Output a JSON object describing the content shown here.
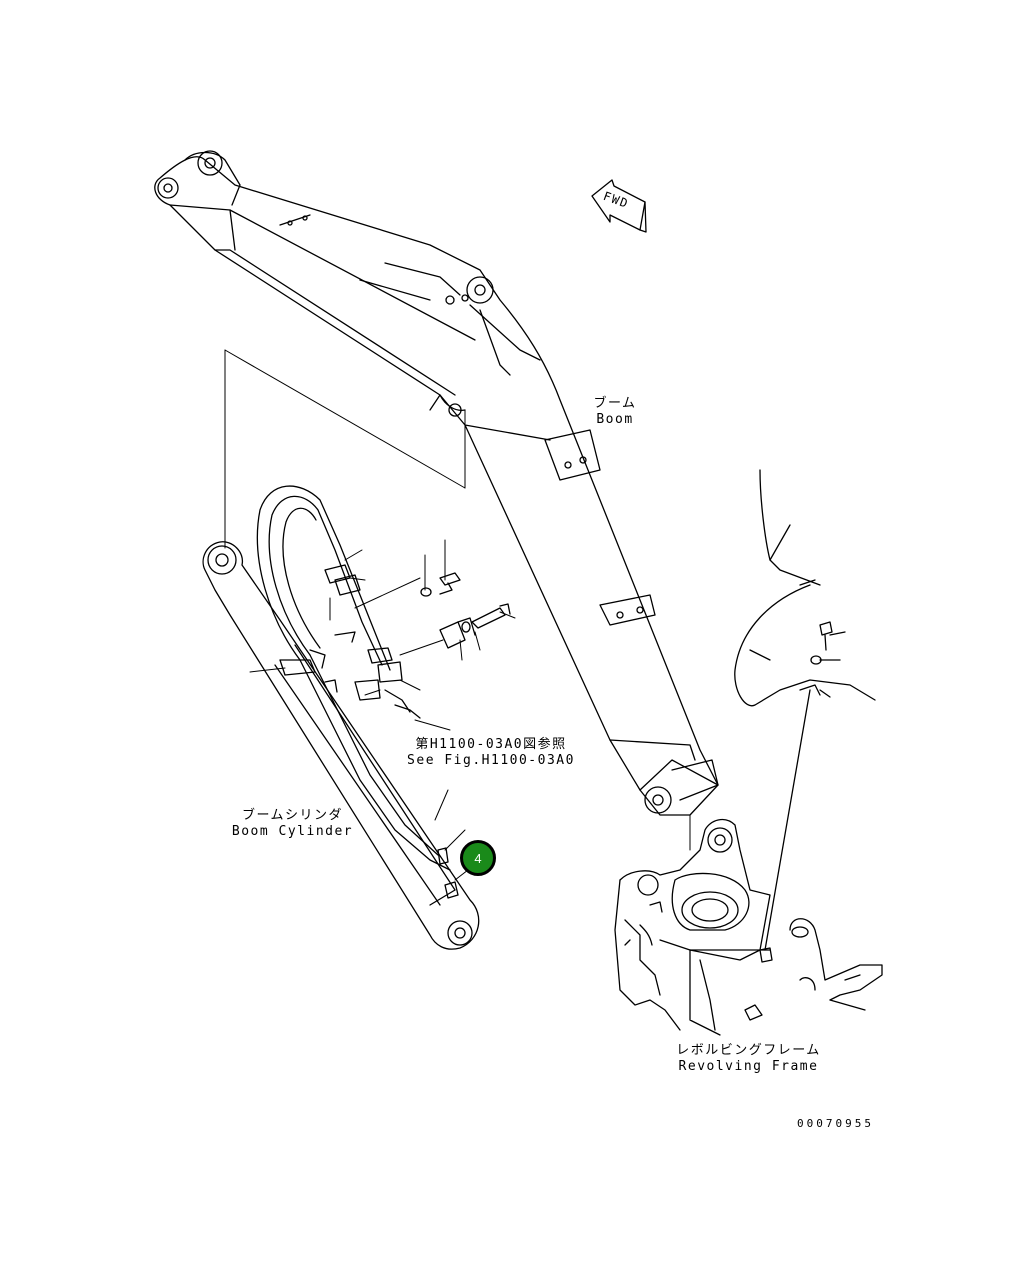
{
  "fwd_label": "FWD",
  "labels": {
    "boom_jp": "ブーム",
    "boom_en": "Boom",
    "ref_jp": "第H1100-03A0図参照",
    "ref_en": "See Fig.H1100-03A0",
    "cyl_jp": "ブームシリンダ",
    "cyl_en": "Boom Cylinder",
    "frame_jp": "レボルビングフレーム",
    "frame_en": "Revolving Frame"
  },
  "callouts": [
    {
      "number": "4"
    }
  ],
  "drawing_code": "00070955",
  "colors": {
    "callout_fill": "#1a8a1a",
    "line": "#000000"
  }
}
